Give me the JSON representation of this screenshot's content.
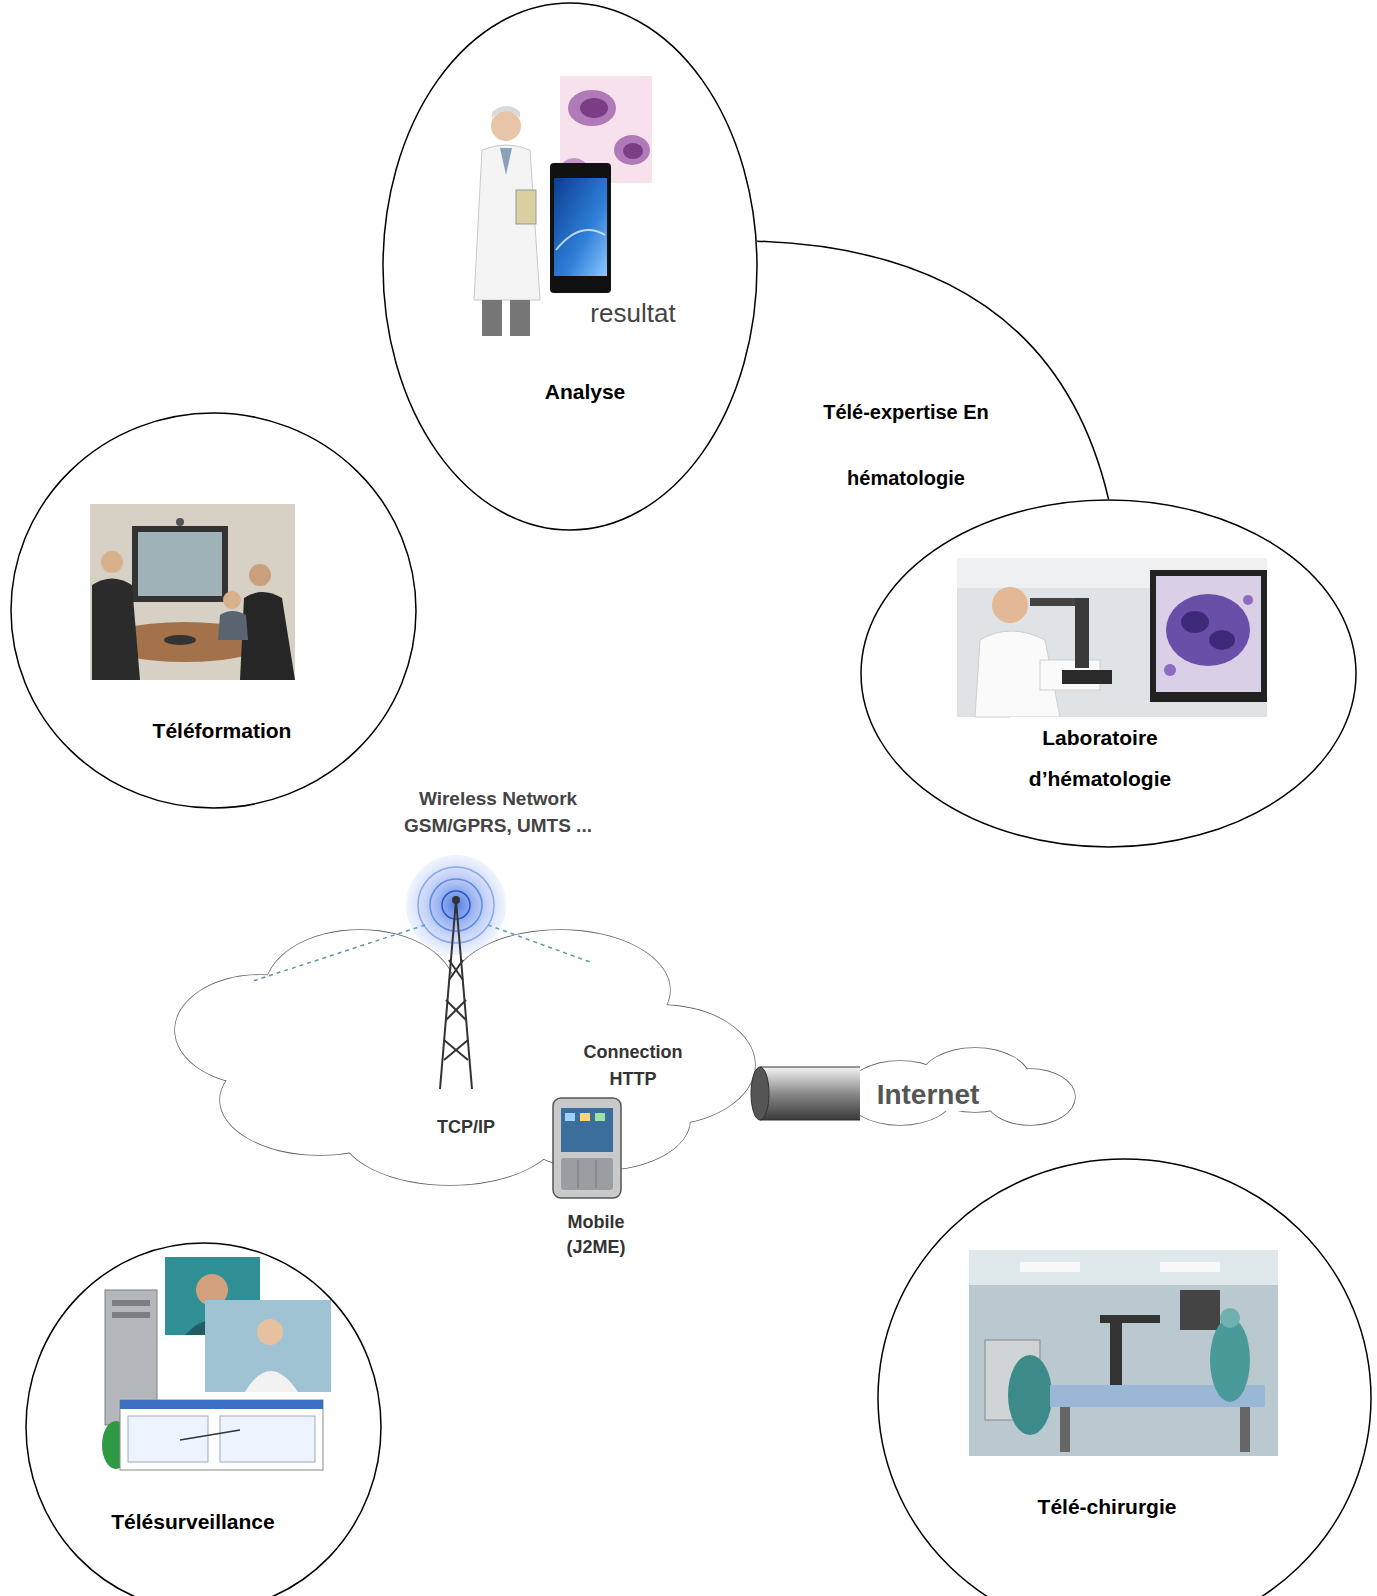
{
  "diagram": {
    "nodes": [
      {
        "text": [
          "resultat",
          "Analyse"
        ]
      },
      {
        "text": [
          "Téléformation"
        ]
      },
      {
        "text": [
          "Laboratoire d’hématologie"
        ]
      },
      {
        "text": [
          "Télé-chirurgie"
        ]
      },
      {
        "text": [
          "Télésurveillance"
        ]
      }
    ],
    "edges": [
      {
        "from": 0,
        "to": 2,
        "arrow": "none",
        "label": "Télé-expertise En hématologie"
      }
    ],
    "labels": [
      "Wireless Network GSM/GPRS, UMTS ...",
      "Connection HTTP",
      "Internet",
      "TCP/IP",
      "Mobile (J2ME)"
    ]
  }
}
